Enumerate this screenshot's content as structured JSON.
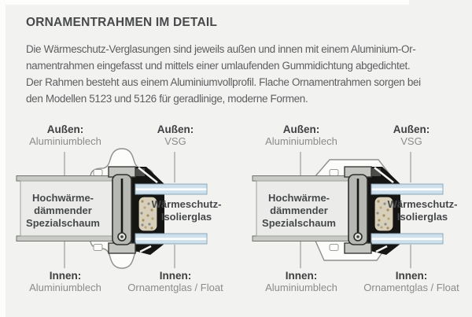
{
  "page": {
    "background": "#f2f2f0"
  },
  "header": {
    "title": "ORNAMENTRAHMEN IM DETAIL"
  },
  "paragraph": {
    "lines": [
      "Die Wärmeschutz-Verglasungen sind jeweils außen und innen mit einem Aluminium-Or-",
      "namentrahmen eingefasst und mittels einer umlaufenden Gummidichtung abgedichtet.",
      "Der Rahmen besteht aus einem Aluminiumvollprofil. Flache Ornamentrahmen sorgen bei",
      "den Modellen 5123 und 5126 für geradlinige, moderne Formen."
    ]
  },
  "diagrams": [
    {
      "id": "ornament-profile-section",
      "profile_type": "ornament",
      "labels": {
        "top_left": {
          "title": "Außen:",
          "value": "Aluminiumblech"
        },
        "top_right": {
          "title": "Außen:",
          "value": "VSG"
        },
        "foam_line1": "Hochwärme-",
        "foam_line2": "dämmender",
        "foam_line3": "Spezialschaum",
        "glazing_line1": "Wärmeschutz-",
        "glazing_line2": "Isolierglas",
        "bottom_left": {
          "title": "Innen:",
          "value": "Aluminiumblech"
        },
        "bottom_right": {
          "title": "Innen:",
          "value": "Ornamentglas / Float"
        }
      }
    },
    {
      "id": "flat-profile-section",
      "profile_type": "flat",
      "labels": {
        "top_left": {
          "title": "Außen:",
          "value": "Aluminiumblech"
        },
        "top_right": {
          "title": "Außen:",
          "value": "VSG"
        },
        "foam_line1": "Hochwärme-",
        "foam_line2": "dämmender",
        "foam_line3": "Spezialschaum",
        "glazing_line1": "Wärmeschutz-",
        "glazing_line2": "Isolierglas",
        "bottom_left": {
          "title": "Innen:",
          "value": "Aluminiumblech"
        },
        "bottom_right": {
          "title": "Innen:",
          "value": "Ornamentglas / Float"
        }
      }
    }
  ],
  "colors": {
    "background": "#f2f2f0",
    "title_text": "#48494b",
    "body_text": "#5d5e60",
    "label_bold": "#3e3f41",
    "label_gray": "#8b8c8a",
    "foam_fill": "#ebece9",
    "aluminium": "#c8cac6",
    "glass_blue": "#cde0ec",
    "spacer_tan": "#d8cfba",
    "seal_black": "#151513"
  }
}
